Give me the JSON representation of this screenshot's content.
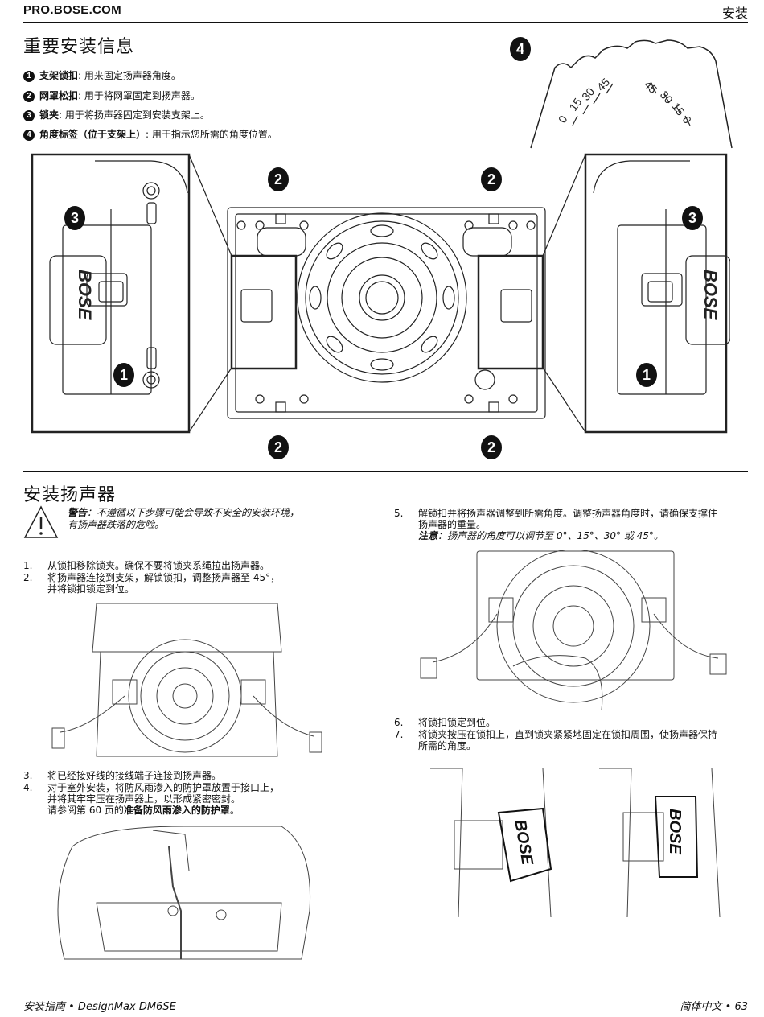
{
  "header": {
    "site": "PRO.BOSE.COM",
    "section": "安装"
  },
  "important_info": {
    "title": "重要安装信息",
    "items": [
      {
        "num": "1",
        "label": "支架锁扣",
        "sep": ":",
        "desc": "用来固定扬声器角度。"
      },
      {
        "num": "2",
        "label": "网罩松扣",
        "sep": ":",
        "desc": "用于将网罩固定到扬声器。"
      },
      {
        "num": "3",
        "label": "锁夹",
        "sep": ":",
        "desc": "用于将扬声器固定到安装支架上。"
      },
      {
        "num": "4",
        "label": "角度标签（位于支架上）",
        "sep": ":",
        "desc": "用于指示您所需的角度位置。"
      }
    ]
  },
  "figure_main": {
    "callouts": {
      "one": "1",
      "two": "2",
      "three": "3",
      "four": "4"
    },
    "angle_labels_left": [
      "0",
      "15",
      "30",
      "45"
    ],
    "angle_labels_right": [
      "45",
      "30",
      "15",
      "0"
    ],
    "brand_text": "BOSE"
  },
  "install": {
    "title": "安装扬声器",
    "warning_label": "警告",
    "warning_line1": "不遵循以下步骤可能会导致不安全的安装环境，",
    "warning_line2": "有扬声器跌落的危险。",
    "steps_left": [
      {
        "n": "1.",
        "lines": [
          "从锁扣移除锁夹。确保不要将锁夹系绳拉出扬声器。"
        ]
      },
      {
        "n": "2.",
        "lines": [
          "将扬声器连接到支架，解锁锁扣，调整扬声器至 45°，",
          "并将锁扣锁定到位。"
        ]
      },
      {
        "n": "3.",
        "lines": [
          "将已经接好线的接线端子连接到扬声器。"
        ]
      },
      {
        "n": "4.",
        "lines": [
          "对于室外安装，将防风雨渗入的防护罩放置于接口上，",
          "并将其牢牢压在扬声器上，以形成紧密密封。"
        ]
      }
    ],
    "step4_ref_prefix": "请参阅第 60 页的",
    "step4_ref_bold": "准备防风雨渗入的防护罩",
    "step4_ref_suffix": "。",
    "step5": {
      "n": "5.",
      "line1": "解锁扣并将扬声器调整到所需角度。调整扬声器角度时，请确保支撑住",
      "line2": "扬声器的重量。"
    },
    "note_label": "注意",
    "note_text": "扬声器的角度可以调节至 0°、15°、30° 或 45°。",
    "steps_right": [
      {
        "n": "6.",
        "lines": [
          "将锁扣锁定到位。"
        ]
      },
      {
        "n": "7.",
        "lines": [
          "将锁夹按压在锁扣上，直到锁夹紧紧地固定在锁扣周围，使扬声器保持",
          "所需的角度。"
        ]
      }
    ]
  },
  "footer": {
    "left": "安装指南 • DesignMax DM6SE",
    "right": "简体中文 • 63"
  }
}
